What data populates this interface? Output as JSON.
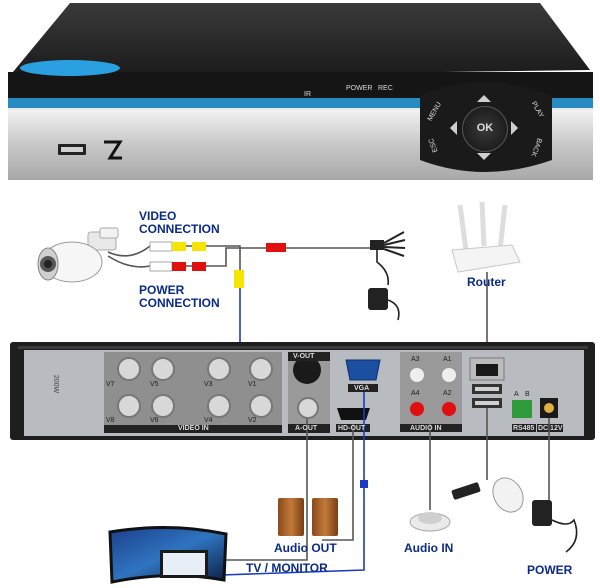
{
  "front_panel": {
    "indicators": [
      "IR",
      "POWER",
      "REC"
    ],
    "buttons": [
      "MENU",
      "ESC",
      "PLAY",
      "BACK"
    ],
    "ok_label": "OK"
  },
  "connections": {
    "video_connection": [
      "VIDEO",
      "CONNECTION"
    ],
    "power_connection": [
      "POWER",
      "CONNECTION"
    ]
  },
  "rear_panel": {
    "model_label": "200W",
    "video_in_label": "VIDEO IN",
    "video_channels": [
      "V7",
      "V5",
      "V3",
      "V1",
      "V8",
      "V6",
      "V4",
      "V2"
    ],
    "v_out_label": "V-OUT",
    "a_out_label": "A-OUT",
    "vga_label": "VGA",
    "hd_out_label": "HD-OUT",
    "audio_in_label": "AUDIO IN",
    "audio_channels": [
      "A3",
      "A1",
      "A4",
      "A2"
    ],
    "rs485_label": "RS485",
    "rs485_pins": [
      "A",
      "B"
    ],
    "dc_label": "DC 12V"
  },
  "callouts": {
    "router": "Router",
    "audio_out": "Audio OUT",
    "audio_in": "Audio IN",
    "tv_monitor": "TV / MONITOR",
    "power": "POWER"
  },
  "colors": {
    "label_blue": "#0a2a8a",
    "connector_yellow": "#f4e400",
    "connector_red": "#e01010",
    "accent_blue": "#2aa0e0",
    "panel_dark": "#1e1e1e"
  }
}
